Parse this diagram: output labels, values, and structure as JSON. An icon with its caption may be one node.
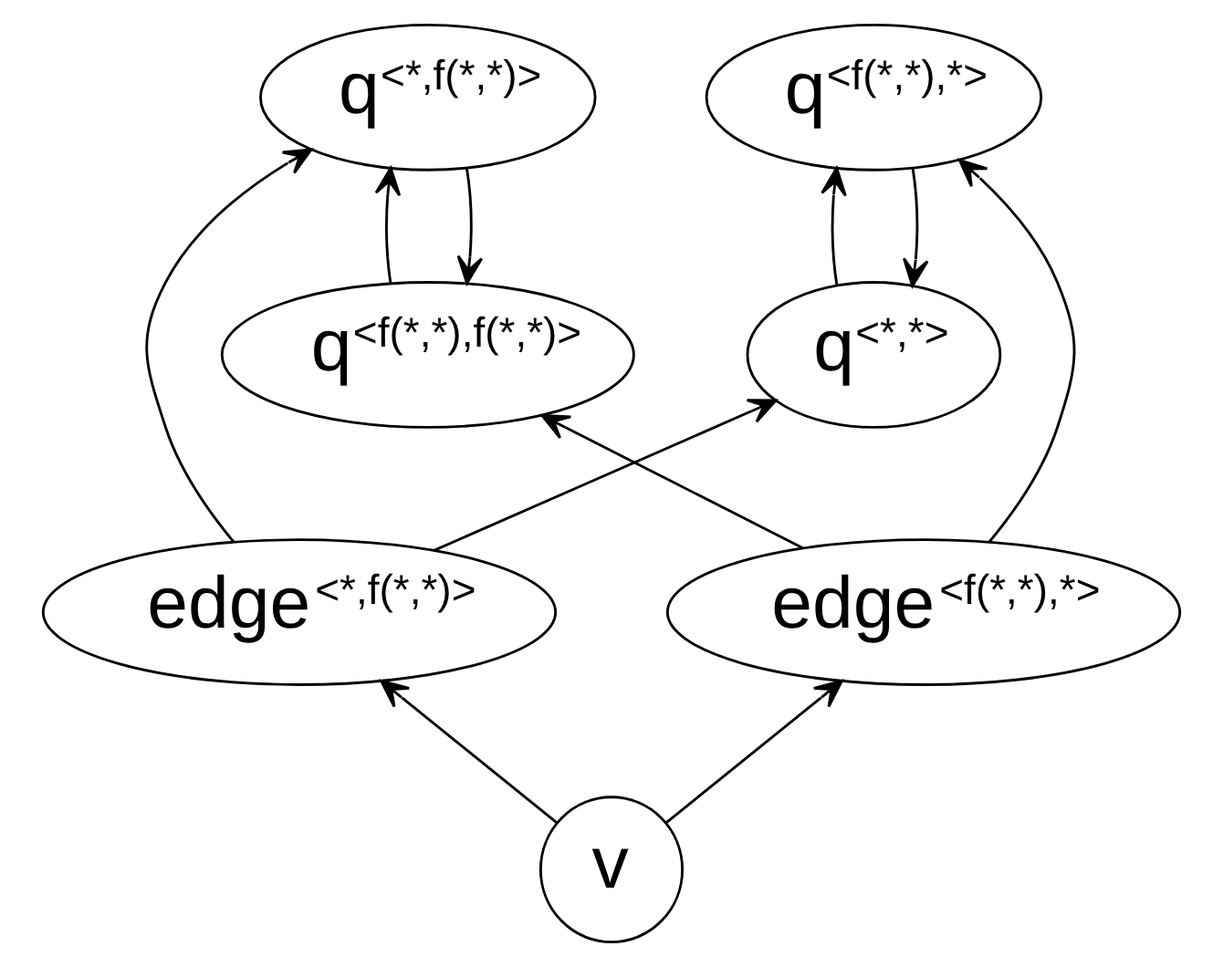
{
  "diagram": {
    "nodes": [
      {
        "text": [
          "q$^{<f(*,*),f(*,*)>}$"
        ]
      },
      {
        "text": [
          "q$^{<*,*>}$"
        ]
      },
      {
        "text": [
          "q$^{<*,f(*,*)>}$"
        ]
      },
      {
        "text": [
          "q$^{<f(*,*),*>}$"
        ]
      },
      {
        "text": [
          "edge$^{<*,f(*,*)>}$"
        ]
      },
      {
        "text": [
          "edge$^{<f(*,*),*>}$"
        ]
      },
      {
        "text": [
          "v"
        ]
      }
    ],
    "edges": [
      {
        "from": 2,
        "to": 0,
        "arrow": "to"
      },
      {
        "from": 0,
        "to": 2,
        "arrow": "to"
      },
      {
        "from": 1,
        "to": 3,
        "arrow": "to"
      },
      {
        "from": 3,
        "to": 1,
        "arrow": "to"
      },
      {
        "from": 4,
        "to": 2,
        "arrow": "to"
      },
      {
        "from": 5,
        "to": 3,
        "arrow": "to"
      },
      {
        "from": 4,
        "to": 1,
        "arrow": "to"
      },
      {
        "from": 5,
        "to": 0,
        "arrow": "to"
      },
      {
        "from": 6,
        "to": 4,
        "arrow": "to"
      },
      {
        "from": 6,
        "to": 5,
        "arrow": "to"
      }
    ]
  }
}
